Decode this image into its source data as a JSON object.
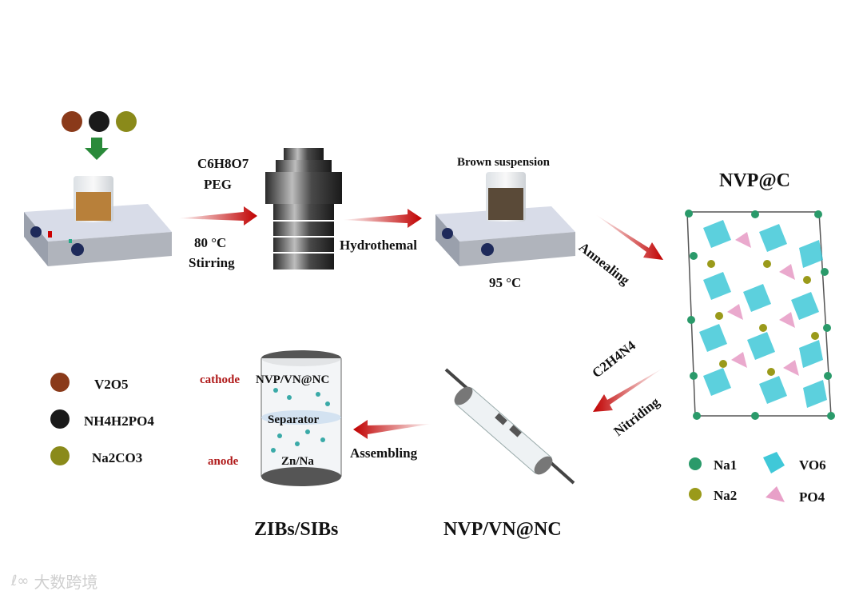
{
  "step1": {
    "condition1": "80 °C",
    "condition2": "Stirring"
  },
  "reagents": {
    "r1": "C6H8O7",
    "r2": "PEG"
  },
  "step2": {
    "label": "Hydrothemal"
  },
  "step3": {
    "label": "Brown suspension",
    "temp": "95 °C"
  },
  "step4": {
    "label": "Annealing"
  },
  "product1": {
    "label": "NVP@C"
  },
  "step5": {
    "reagent": "C2H4N4",
    "label": "Nitriding"
  },
  "product2": {
    "label": "NVP/VN@NC"
  },
  "step6": {
    "label": "Assembling"
  },
  "cell": {
    "cathode": "cathode",
    "cathode_material": "NVP/VN@NC",
    "separator": "Separator",
    "anode": "anode",
    "anode_material": "Zn/Na",
    "title": "ZIBs/SIBs"
  },
  "legend_precursors": [
    {
      "label": "V2O5",
      "color": "#8a3a1a"
    },
    {
      "label": "NH4H2PO4",
      "color": "#1a1a1a"
    },
    {
      "label": "Na2CO3",
      "color": "#8a8a1a"
    }
  ],
  "legend_structure": {
    "na1": "Na1",
    "na2": "Na2",
    "vo6": "VO6",
    "po4": "PO4",
    "na1_color": "#2a9a6a",
    "na2_color": "#9a9a1a",
    "vo6_color": "#40c8d8",
    "po4_color": "#e8a0c8"
  },
  "watermark": {
    "text": "大数跨境"
  }
}
